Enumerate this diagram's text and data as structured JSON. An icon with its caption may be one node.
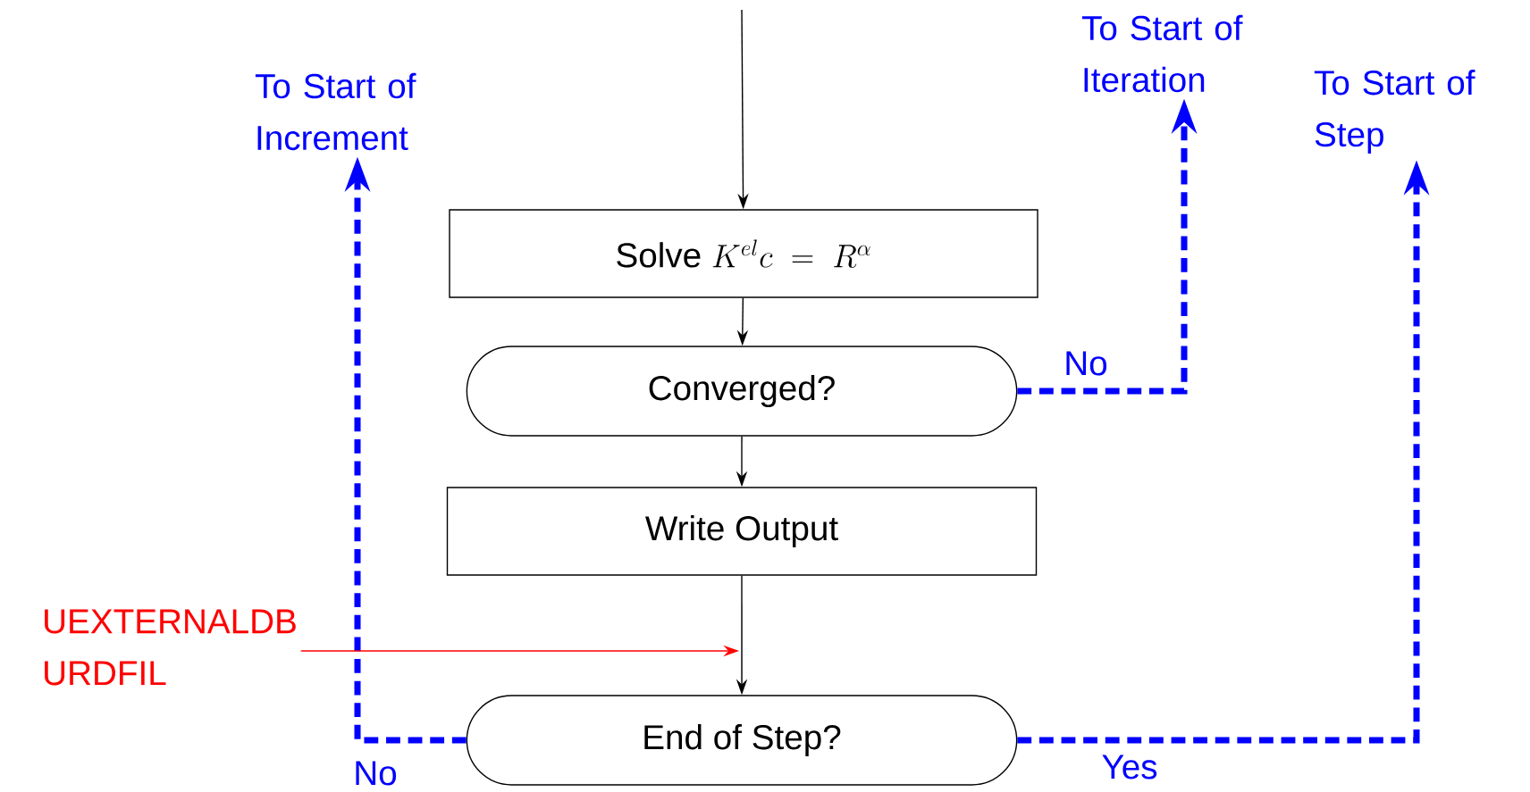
{
  "diagram": {
    "nodes": [
      {
        "text": [
          "Solve",
          "K^{el}c\\;=\\;R^{\\alpha}"
        ]
      },
      {
        "text": [
          "Converged?"
        ]
      },
      {
        "text": [
          "Write Output"
        ]
      },
      {
        "text": [
          "End of Step?"
        ]
      },
      {
        "text": [
          "To Start of Increment"
        ]
      },
      {
        "text": [
          "To Start of Iteration"
        ]
      },
      {
        "text": [
          "To Start of Step"
        ]
      },
      {
        "text": [
          "UEXTERNALDB",
          "URDFIL"
        ]
      }
    ],
    "edges": [
      {
        "from": null,
        "to": 0,
        "arrow": "to"
      },
      {
        "from": 0,
        "to": 1,
        "arrow": "to"
      },
      {
        "from": 1,
        "to": 2,
        "arrow": "to"
      },
      {
        "from": 2,
        "to": 3,
        "arrow": "to"
      },
      {
        "from": 1,
        "to": 5,
        "arrow": "to",
        "label": "No",
        "style": "dashed",
        "color": "#0000ff"
      },
      {
        "from": 3,
        "to": 4,
        "arrow": "to",
        "label": "No",
        "style": "dashed",
        "color": "#0000ff"
      },
      {
        "from": 3,
        "to": 6,
        "arrow": "to",
        "label": "Yes",
        "style": "dashed",
        "color": "#0000ff"
      },
      {
        "from": 7,
        "to": null,
        "arrow": "to",
        "color": "#ff0000"
      }
    ]
  }
}
